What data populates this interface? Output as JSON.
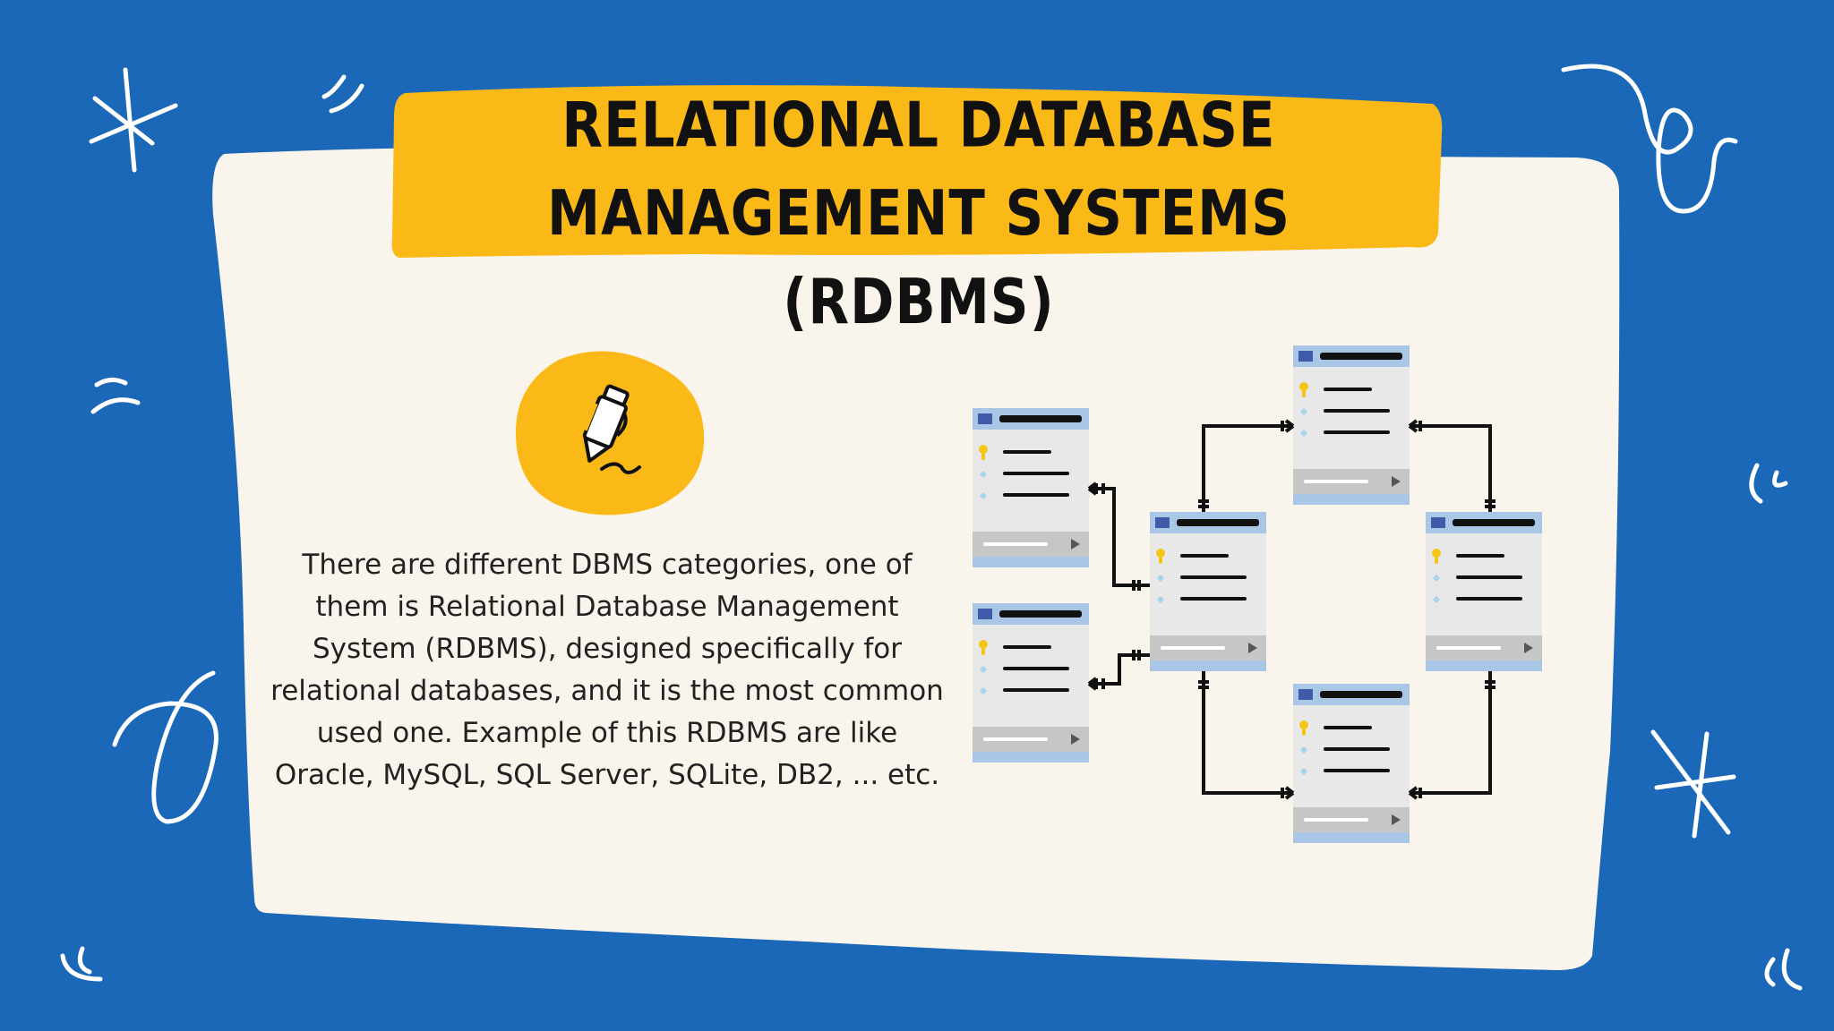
{
  "slide": {
    "title_line1": "RELATIONAL DATABASE MANAGEMENT SYSTEMS",
    "title_line2": "(RDBMS)",
    "body": "There are different DBMS categories, one of them is Relational Database Management System (RDBMS), designed specifically for relational databases, and it is the most common used one. Example of this RDBMS are like Oracle, MySQL, SQL Server, SQLite, DB2, ... etc."
  },
  "icons": {
    "pen": "pen-icon",
    "tables": "table-icon",
    "doodles": "doodle-icon"
  },
  "colors": {
    "background": "#1b67b8",
    "card": "#faf5ec",
    "accent_yellow": "#fbb917",
    "table_header": "#a9c6e6",
    "table_body": "#e8e8e8",
    "table_footer": "#c6c6c6",
    "key_yellow": "#f5c518",
    "header_badge": "#3f5ba9"
  }
}
